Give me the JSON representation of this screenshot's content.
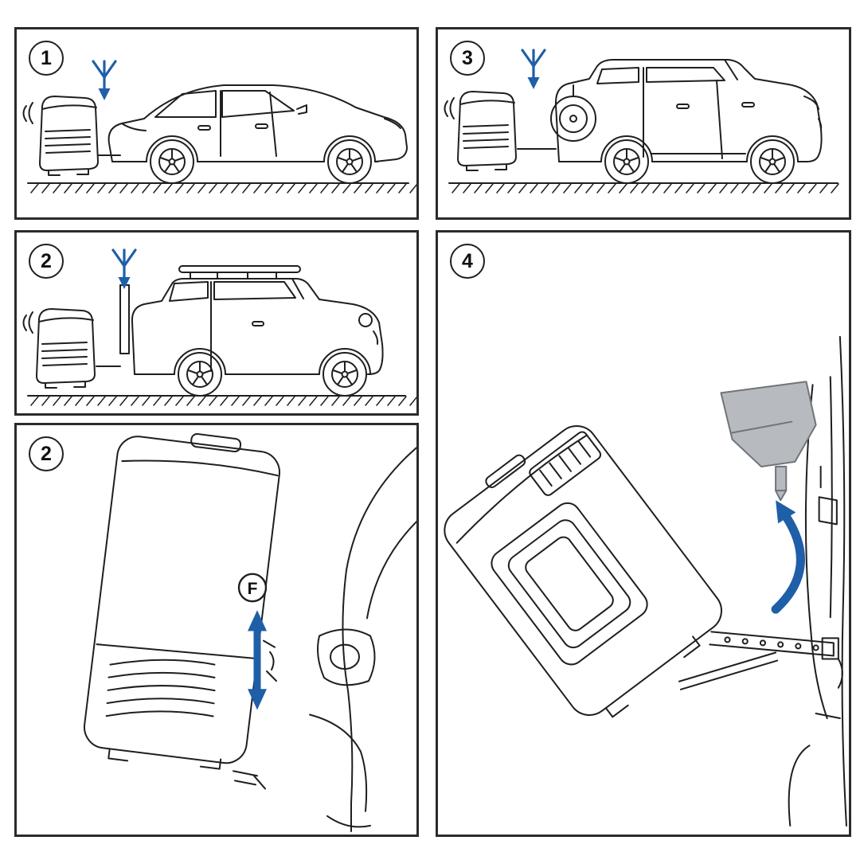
{
  "colors": {
    "accent_blue": "#1e5fa8",
    "line_black": "#1f1f1f",
    "tailgate_gray": "#b7bbc0",
    "panel_border": "#2b2b2b"
  },
  "steps": [
    {
      "number": "1",
      "illustration": "sedan-with-rear-cargo-box-carrier",
      "icons": [
        "down-arrow-icon"
      ]
    },
    {
      "number": "3",
      "illustration": "suv-with-spare-tire-and-rear-cargo-box-carrier",
      "icons": [
        "down-arrow-icon"
      ]
    },
    {
      "number": "2",
      "illustration": "compact-suv-with-rear-cargo-box-carrier",
      "icons": [
        "down-arrow-icon"
      ]
    },
    {
      "number": "2",
      "label": "F",
      "illustration": "cargo-box-height-adjustment-detail",
      "icons": [
        "height-adjust-arrow-icon"
      ]
    },
    {
      "number": "4",
      "illustration": "cargo-box-tilt-to-vehicle-detail",
      "icons": [
        "tilt-arrow-icon"
      ]
    }
  ]
}
